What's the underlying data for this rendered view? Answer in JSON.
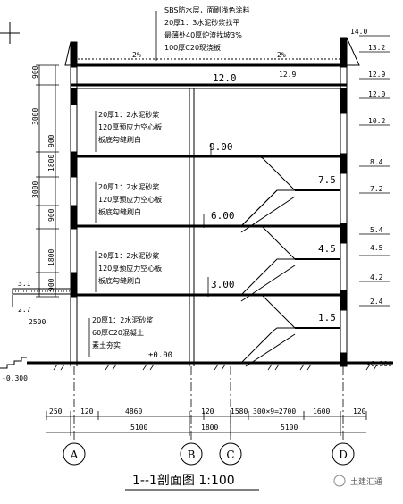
{
  "drawing": {
    "title": "1--1剖面图 1:100",
    "watermark": "土建汇通",
    "roof_notes": [
      "SBS防水层，面刷浅色涂料",
      "20厚1：3水泥砂浆找平",
      "最薄处40厚炉渣找坡3%",
      "100厚C20现浇板"
    ],
    "floor_notes": [
      [
        "20厚1：2水泥砂浆",
        "120厚预应力空心板",
        "板底勾缝刷白"
      ],
      [
        "20厚1：2水泥砂浆",
        "120厚预应力空心板",
        "板底勾缝刷白"
      ],
      [
        "20厚1：2水泥砂浆",
        "120厚预应力空心板",
        "板底勾缝刷白"
      ]
    ],
    "ground_notes": [
      "20厚1：2水泥砂浆",
      "60厚C20混凝土",
      "素土夯实"
    ],
    "slopes": [
      "2%",
      "2%"
    ],
    "levels_inside": [
      "12.0",
      "9.00",
      "6.00",
      "3.00",
      "±0.00"
    ],
    "levels_stair": [
      "7.5",
      "4.5",
      "1.5"
    ],
    "levels_right": [
      "14.0",
      "13.2",
      "12.9",
      "12.0",
      "10.2",
      "8.4",
      "7.2",
      "5.4",
      "4.5",
      "4.2",
      "2.4"
    ],
    "levels_roof": [
      "12.9"
    ],
    "levels_outside": [
      "-0.300",
      "-0.300"
    ],
    "canopy_levels": [
      "3.1",
      "2.7"
    ],
    "left_dims": [
      "900",
      "3000",
      "900",
      "1800",
      "3000",
      "900",
      "1800",
      "900"
    ],
    "canopy_dim": "2500",
    "bottom_dims_row1": [
      "250",
      "120",
      "4860",
      "120",
      "1580",
      "300×9=2700",
      "1600",
      "120"
    ],
    "bottom_dims_row2": [
      "5100",
      "1800",
      "5100"
    ],
    "axis_labels": [
      "A",
      "B",
      "C",
      "D"
    ]
  }
}
